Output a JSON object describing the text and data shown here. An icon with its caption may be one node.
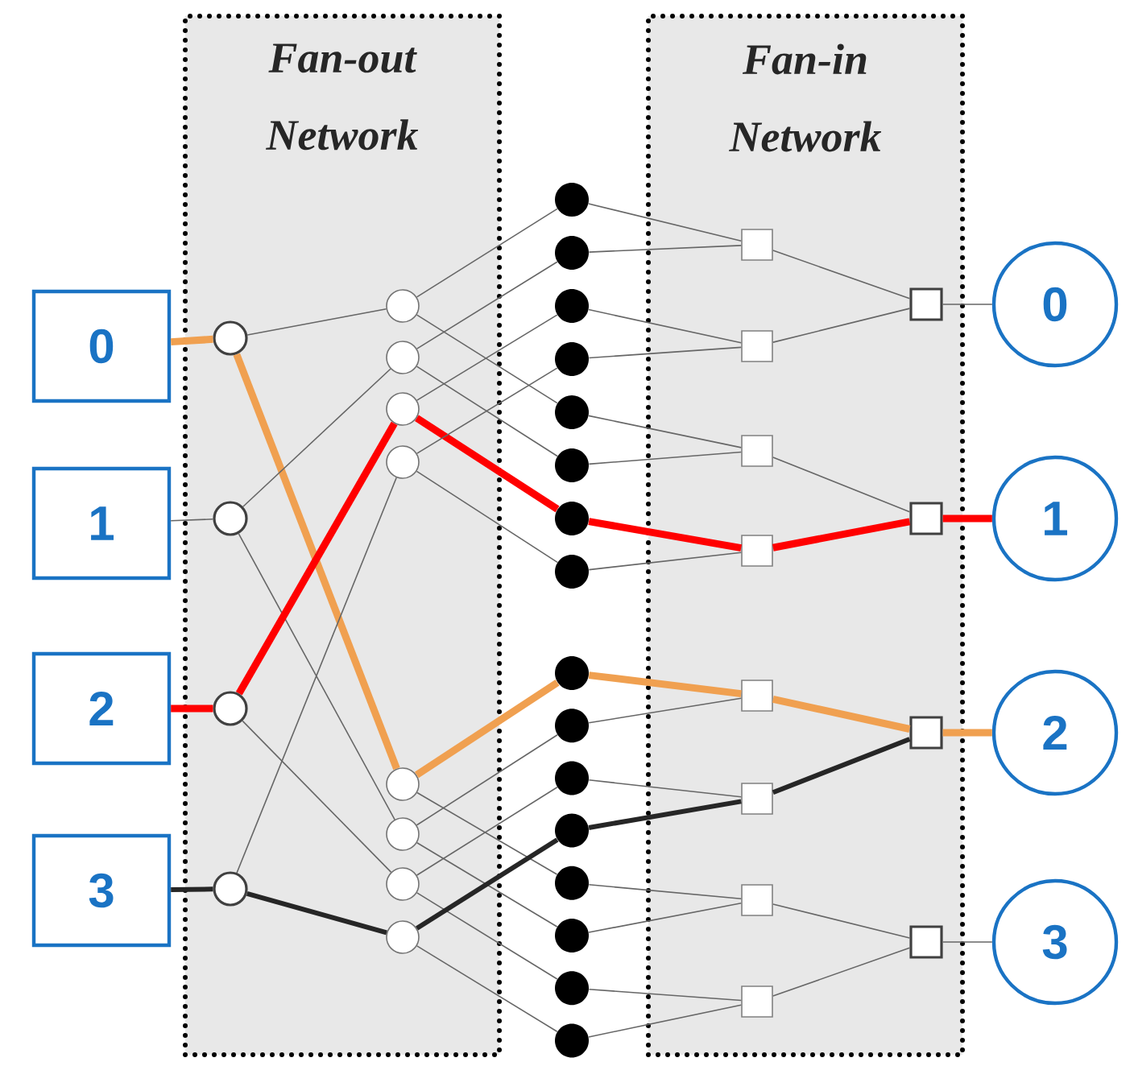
{
  "diagram": {
    "nodes": [
      {
        "text": [
          "Fan-out Network"
        ]
      },
      {
        "text": [
          "Fan-in Network"
        ]
      },
      {
        "text": [
          "0"
        ]
      },
      {
        "text": [
          "1"
        ]
      },
      {
        "text": [
          "2"
        ]
      },
      {
        "text": [
          "3"
        ]
      },
      {
        "text": [],
        "shape": "circle",
        "in": 0
      },
      {
        "text": [],
        "shape": "circle",
        "in": 0
      },
      {
        "text": [],
        "shape": "circle",
        "in": 0
      },
      {
        "text": [],
        "shape": "circle",
        "in": 0
      },
      {
        "text": [],
        "shape": "circle",
        "in": 0
      },
      {
        "text": [],
        "shape": "circle",
        "in": 0
      },
      {
        "text": [],
        "shape": "circle",
        "in": 0
      },
      {
        "text": [],
        "shape": "circle",
        "in": 0
      },
      {
        "text": [],
        "shape": "circle",
        "in": 0
      },
      {
        "text": [],
        "shape": "circle",
        "in": 0
      },
      {
        "text": [],
        "shape": "circle",
        "in": 0
      },
      {
        "text": [],
        "shape": "circle",
        "in": 0
      },
      {
        "text": [],
        "shape": "dot"
      },
      {
        "text": [],
        "shape": "dot"
      },
      {
        "text": [],
        "shape": "dot"
      },
      {
        "text": [],
        "shape": "dot"
      },
      {
        "text": [],
        "shape": "dot"
      },
      {
        "text": [],
        "shape": "dot"
      },
      {
        "text": [],
        "shape": "dot"
      },
      {
        "text": [],
        "shape": "dot"
      },
      {
        "text": [],
        "shape": "dot"
      },
      {
        "text": [],
        "shape": "dot"
      },
      {
        "text": [],
        "shape": "dot"
      },
      {
        "text": [],
        "shape": "dot"
      },
      {
        "text": [],
        "shape": "dot"
      },
      {
        "text": [],
        "shape": "dot"
      },
      {
        "text": [],
        "shape": "dot"
      },
      {
        "text": [],
        "shape": "dot"
      },
      {
        "text": [],
        "shape": "box",
        "in": 1
      },
      {
        "text": [],
        "shape": "box",
        "in": 1
      },
      {
        "text": [],
        "shape": "box",
        "in": 1
      },
      {
        "text": [],
        "shape": "box",
        "in": 1
      },
      {
        "text": [],
        "shape": "box",
        "in": 1
      },
      {
        "text": [],
        "shape": "box",
        "in": 1
      },
      {
        "text": [],
        "shape": "box",
        "in": 1
      },
      {
        "text": [],
        "shape": "box",
        "in": 1
      },
      {
        "text": [],
        "shape": "box",
        "in": 1
      },
      {
        "text": [],
        "shape": "box",
        "in": 1
      },
      {
        "text": [],
        "shape": "box",
        "in": 1
      },
      {
        "text": [],
        "shape": "box",
        "in": 1
      },
      {
        "text": [
          "0"
        ]
      },
      {
        "text": [
          "1"
        ]
      },
      {
        "text": [
          "2"
        ]
      },
      {
        "text": [
          "3"
        ]
      }
    ],
    "edges": [
      {
        "from": 2,
        "to": 6,
        "arrow": "none",
        "style": "thick",
        "color": "#f0a050"
      },
      {
        "from": 3,
        "to": 7,
        "arrow": "none"
      },
      {
        "from": 4,
        "to": 8,
        "arrow": "none",
        "style": "thick",
        "color": "#ff0000"
      },
      {
        "from": 5,
        "to": 9,
        "arrow": "none",
        "style": "thick"
      },
      {
        "from": 6,
        "to": 10,
        "arrow": "none"
      },
      {
        "from": 6,
        "to": 14,
        "arrow": "none",
        "style": "thick",
        "color": "#f0a050"
      },
      {
        "from": 7,
        "to": 11,
        "arrow": "none"
      },
      {
        "from": 7,
        "to": 15,
        "arrow": "none"
      },
      {
        "from": 8,
        "to": 12,
        "arrow": "none",
        "style": "thick",
        "color": "#ff0000"
      },
      {
        "from": 8,
        "to": 16,
        "arrow": "none"
      },
      {
        "from": 9,
        "to": 13,
        "arrow": "none"
      },
      {
        "from": 9,
        "to": 17,
        "arrow": "none",
        "style": "thick"
      },
      {
        "from": 10,
        "to": 18,
        "arrow": "none"
      },
      {
        "from": 10,
        "to": 22,
        "arrow": "none"
      },
      {
        "from": 11,
        "to": 19,
        "arrow": "none"
      },
      {
        "from": 11,
        "to": 23,
        "arrow": "none"
      },
      {
        "from": 12,
        "to": 20,
        "arrow": "none"
      },
      {
        "from": 12,
        "to": 24,
        "arrow": "none",
        "style": "thick",
        "color": "#ff0000"
      },
      {
        "from": 13,
        "to": 21,
        "arrow": "none"
      },
      {
        "from": 13,
        "to": 25,
        "arrow": "none"
      },
      {
        "from": 14,
        "to": 26,
        "arrow": "none",
        "style": "thick",
        "color": "#f0a050"
      },
      {
        "from": 14,
        "to": 30,
        "arrow": "none"
      },
      {
        "from": 15,
        "to": 27,
        "arrow": "none"
      },
      {
        "from": 15,
        "to": 31,
        "arrow": "none"
      },
      {
        "from": 16,
        "to": 28,
        "arrow": "none"
      },
      {
        "from": 16,
        "to": 32,
        "arrow": "none"
      },
      {
        "from": 17,
        "to": 29,
        "arrow": "none",
        "style": "thick"
      },
      {
        "from": 17,
        "to": 33,
        "arrow": "none"
      },
      {
        "from": 18,
        "to": 34,
        "arrow": "none"
      },
      {
        "from": 19,
        "to": 34,
        "arrow": "none"
      },
      {
        "from": 20,
        "to": 35,
        "arrow": "none"
      },
      {
        "from": 21,
        "to": 35,
        "arrow": "none"
      },
      {
        "from": 22,
        "to": 36,
        "arrow": "none"
      },
      {
        "from": 23,
        "to": 36,
        "arrow": "none"
      },
      {
        "from": 24,
        "to": 37,
        "arrow": "none",
        "style": "thick",
        "color": "#ff0000"
      },
      {
        "from": 25,
        "to": 37,
        "arrow": "none"
      },
      {
        "from": 26,
        "to": 38,
        "arrow": "none",
        "style": "thick",
        "color": "#f0a050"
      },
      {
        "from": 27,
        "to": 38,
        "arrow": "none"
      },
      {
        "from": 28,
        "to": 39,
        "arrow": "none"
      },
      {
        "from": 29,
        "to": 39,
        "arrow": "none",
        "style": "thick"
      },
      {
        "from": 30,
        "to": 40,
        "arrow": "none"
      },
      {
        "from": 31,
        "to": 40,
        "arrow": "none"
      },
      {
        "from": 32,
        "to": 41,
        "arrow": "none"
      },
      {
        "from": 33,
        "to": 41,
        "arrow": "none"
      },
      {
        "from": 34,
        "to": 42,
        "arrow": "none"
      },
      {
        "from": 35,
        "to": 42,
        "arrow": "none"
      },
      {
        "from": 36,
        "to": 43,
        "arrow": "none"
      },
      {
        "from": 37,
        "to": 43,
        "arrow": "none",
        "style": "thick",
        "color": "#ff0000"
      },
      {
        "from": 38,
        "to": 44,
        "arrow": "none",
        "style": "thick",
        "color": "#f0a050"
      },
      {
        "from": 39,
        "to": 44,
        "arrow": "none",
        "style": "thick"
      },
      {
        "from": 40,
        "to": 45,
        "arrow": "none"
      },
      {
        "from": 41,
        "to": 45,
        "arrow": "none"
      },
      {
        "from": 42,
        "to": 46,
        "arrow": "none"
      },
      {
        "from": 43,
        "to": 47,
        "arrow": "none",
        "style": "thick",
        "color": "#ff0000"
      },
      {
        "from": 44,
        "to": 48,
        "arrow": "none",
        "style": "thick",
        "color": "#f0a050"
      },
      {
        "from": 45,
        "to": 49,
        "arrow": "none"
      }
    ]
  }
}
